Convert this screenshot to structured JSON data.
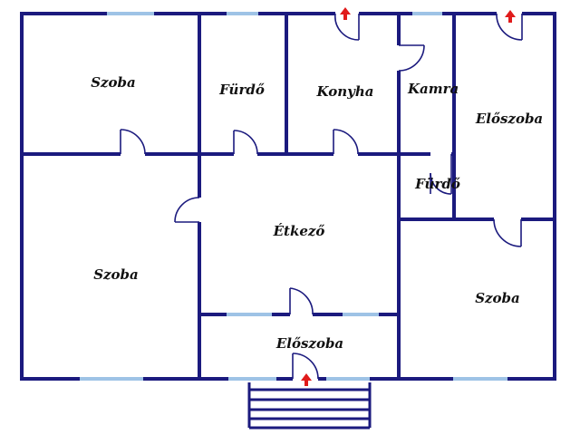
{
  "floorplan": {
    "wall_color": "#1b1a7e",
    "window_color": "#9ec3e6",
    "entry_arrow_color": "#e01b1b",
    "rooms": {
      "room_1": "Szoba",
      "bathroom_1": "Fürdő",
      "kitchen": "Konyha",
      "pantry": "Kamra",
      "hall_upper": "Előszoba",
      "bathroom_2": "Fürdő",
      "dining": "Étkező",
      "room_2": "Szoba",
      "room_3": "Szoba",
      "hall_lower": "Előszoba"
    }
  }
}
